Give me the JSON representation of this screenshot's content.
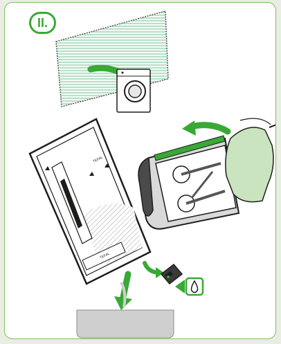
{
  "step": {
    "label": "II."
  },
  "panel_text": {
    "left_label": "TEFAL",
    "bottom_label": "TEFAL"
  },
  "colors": {
    "accent": "#39a935",
    "frame_border": "#7ebf5b",
    "outline": "#1d1d1b",
    "filter_mesh": "#9fd6b8",
    "glove": "#c9e4bf",
    "basin": "#cfcfcf"
  },
  "icons": [
    "filter-mesh-icon",
    "washing-machine-icon",
    "fryer-unit-icon",
    "glove-icon",
    "removable-panel-icon",
    "drain-cap-icon",
    "water-drop-icon",
    "basin-icon",
    "arrow-icon"
  ]
}
